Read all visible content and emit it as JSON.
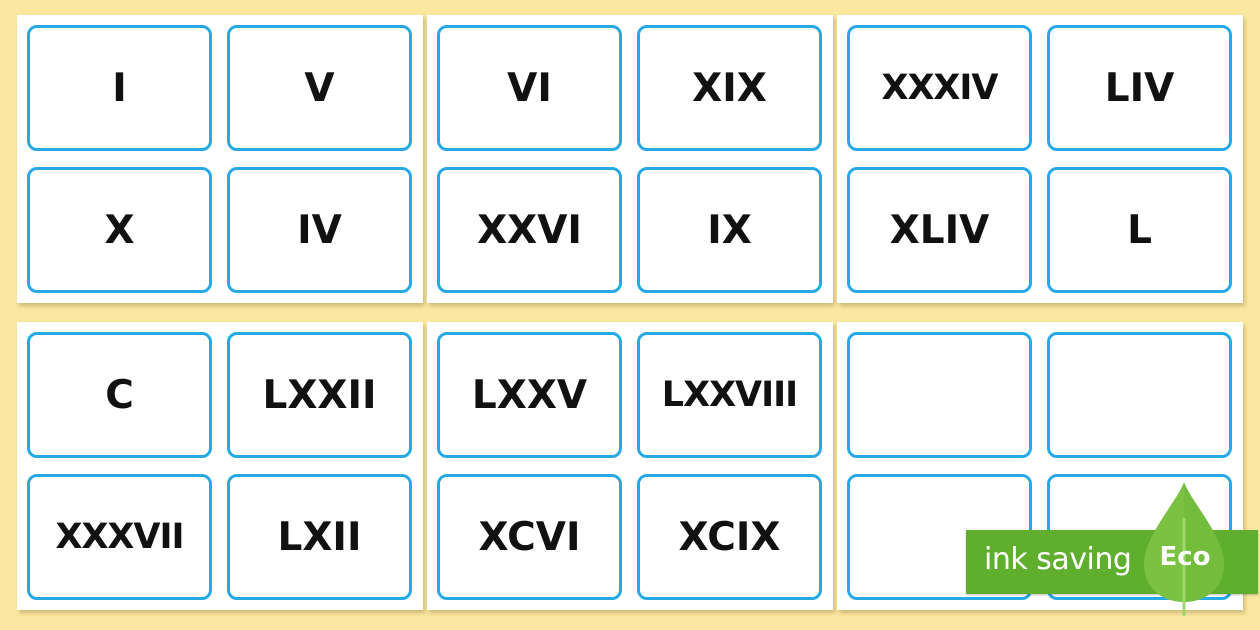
{
  "sheets": [
    {
      "cards": [
        "I",
        "V",
        "X",
        "IV"
      ]
    },
    {
      "cards": [
        "VI",
        "XIX",
        "XXVI",
        "IX"
      ]
    },
    {
      "cards": [
        "XXXIV",
        "LIV",
        "XLIV",
        "L"
      ]
    },
    {
      "cards": [
        "C",
        "LXXII",
        "XXXVII",
        "LXII"
      ]
    },
    {
      "cards": [
        "LXXV",
        "LXXVIII",
        "XCVI",
        "XCIX"
      ]
    },
    {
      "cards": [
        "",
        "",
        "",
        ""
      ]
    }
  ],
  "badge": {
    "text": "ink saving",
    "eco_label": "Eco",
    "icon": "leaf-icon",
    "colors": {
      "banner": "#5fae2e",
      "leaf": "#7cc242"
    }
  },
  "colors": {
    "background": "#fbe8a0",
    "card_border": "#27a9e6",
    "text": "#111111"
  }
}
